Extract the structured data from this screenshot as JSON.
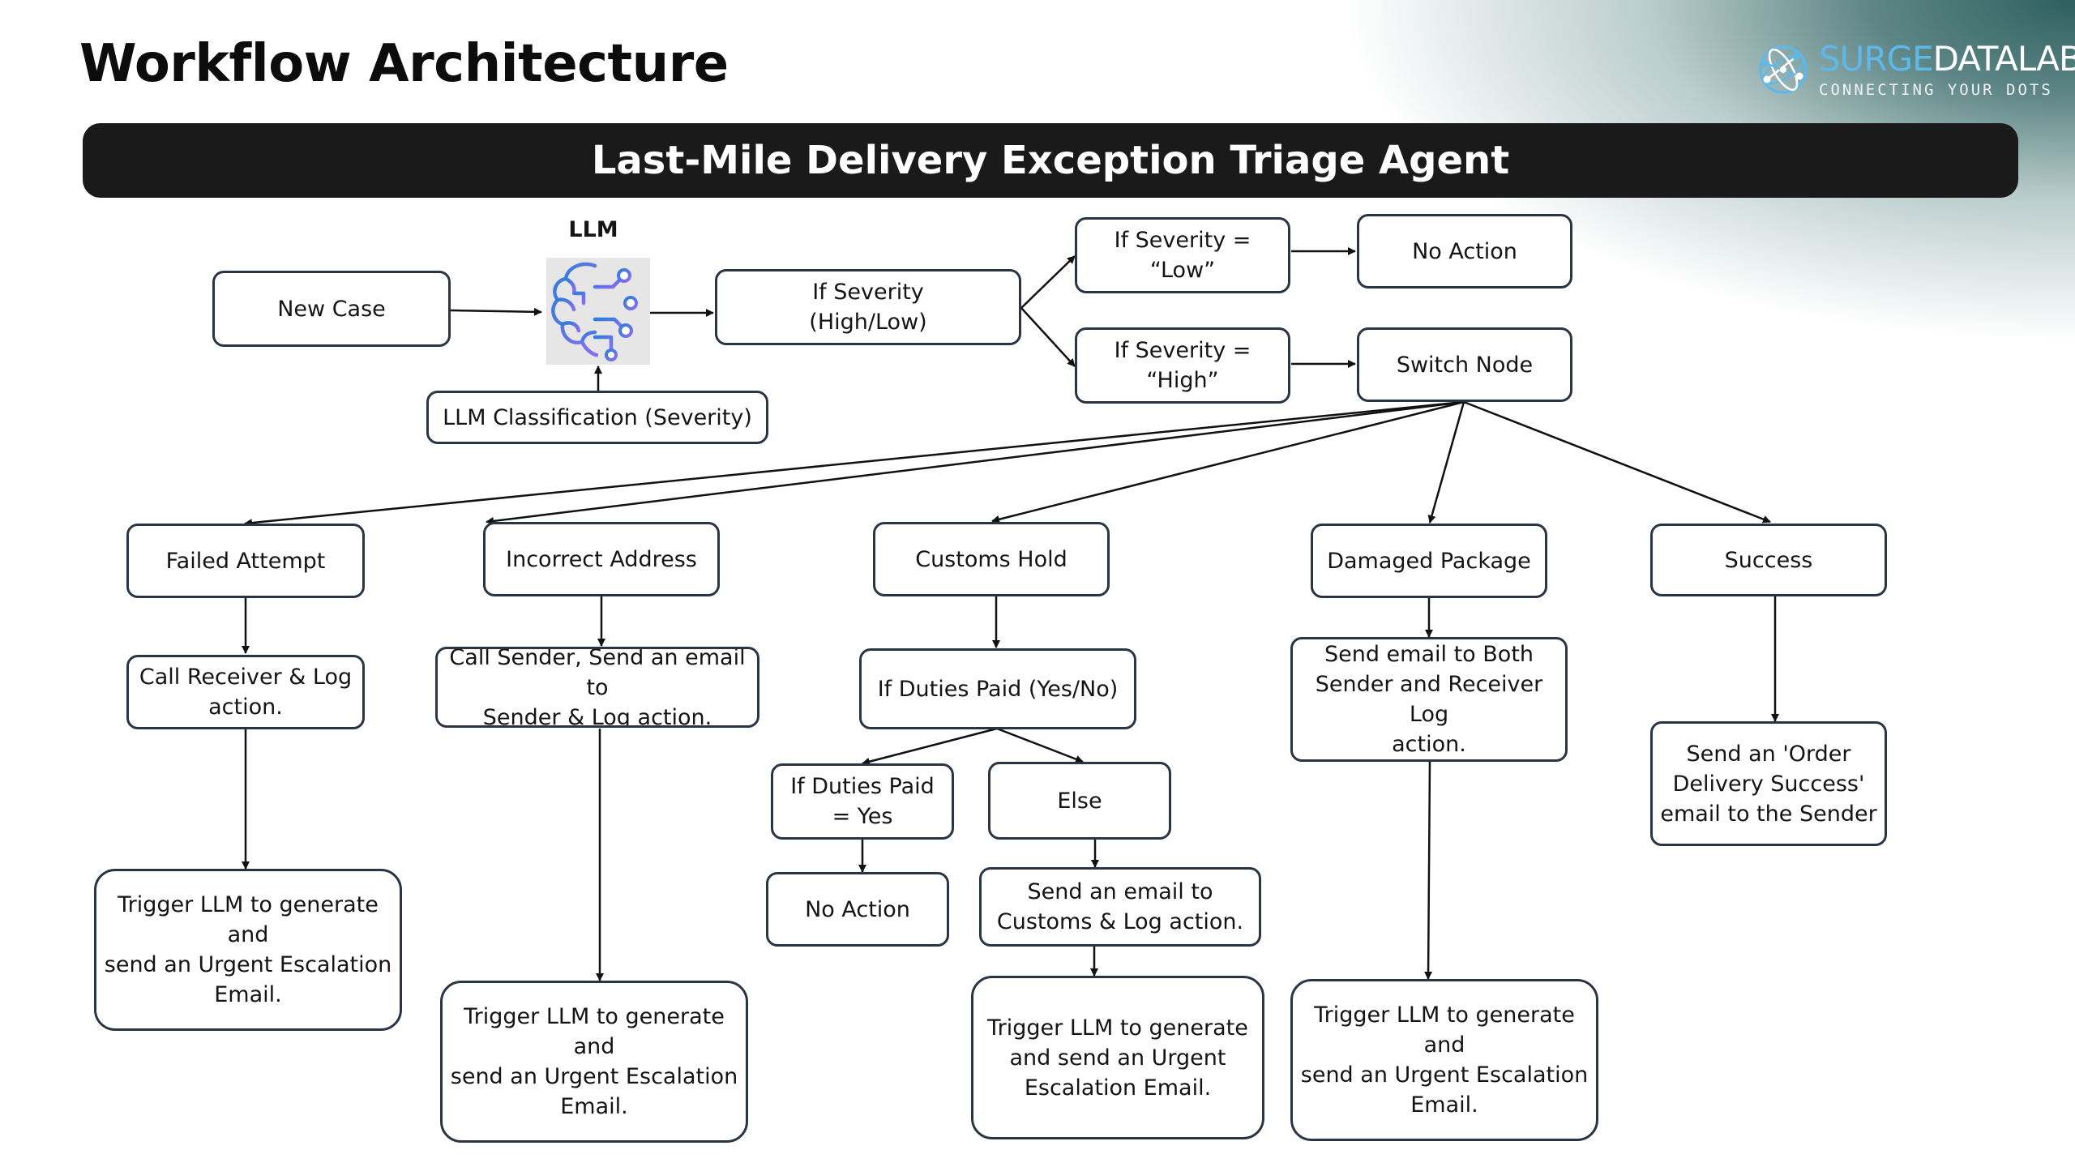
{
  "header": {
    "title": "Workflow Architecture",
    "banner": "Last-Mile Delivery Exception Triage Agent"
  },
  "logo": {
    "name_part_a": "SURGE",
    "name_part_b": "DATALAB",
    "tagline": "CONNECTING YOUR DOTS",
    "mark_icon": "network-globe-icon",
    "colors": {
      "accent": "#5eb8e8",
      "text": "#ffffff"
    }
  },
  "colors": {
    "banner_bg": "#1a1a1a",
    "node_border": "#2a3442",
    "corner_glow": "#2f5f5f",
    "llm_icon_gradient_start": "#2e7fd8",
    "llm_icon_gradient_end": "#8a6cf0"
  },
  "llm": {
    "label": "LLM",
    "icon": "ai-brain-circuit-icon"
  },
  "nodes": {
    "new_case": "New Case",
    "llm_classification": "LLM Classification (Severity)",
    "if_severity": [
      "If Severity",
      "(High/Low)"
    ],
    "severity_low": "If Severity = “Low”",
    "severity_high": "If Severity = “High”",
    "no_action_top": "No Action",
    "switch_node": "Switch Node",
    "failed_attempt": "Failed Attempt",
    "incorrect_address": "Incorrect Address",
    "customs_hold": "Customs Hold",
    "damaged_package": "Damaged Package",
    "success": "Success",
    "call_receiver": [
      "Call Receiver & Log",
      "action."
    ],
    "call_sender": [
      "Call Sender, Send an email to",
      "Sender & Log action."
    ],
    "if_duties_paid": "If Duties Paid (Yes/No)",
    "email_both": [
      "Send email to Both",
      "Sender and Receiver Log",
      "action."
    ],
    "order_success_email": [
      "Send an 'Order",
      "Delivery Success'",
      "email to the Sender"
    ],
    "duties_yes": [
      "If Duties Paid",
      "= Yes"
    ],
    "duties_else": "Else",
    "no_action_customs": "No Action",
    "email_customs": [
      "Send an email to",
      "Customs & Log action."
    ],
    "escalation_failed": [
      "Trigger LLM to generate and",
      "send an Urgent Escalation",
      "Email."
    ],
    "escalation_address": [
      "Trigger LLM to generate and",
      "send an Urgent Escalation",
      "Email."
    ],
    "escalation_customs": [
      "Trigger LLM to generate",
      "and send an Urgent",
      "Escalation Email."
    ],
    "escalation_damaged": [
      "Trigger LLM to generate and",
      "send an Urgent Escalation",
      "Email."
    ]
  }
}
